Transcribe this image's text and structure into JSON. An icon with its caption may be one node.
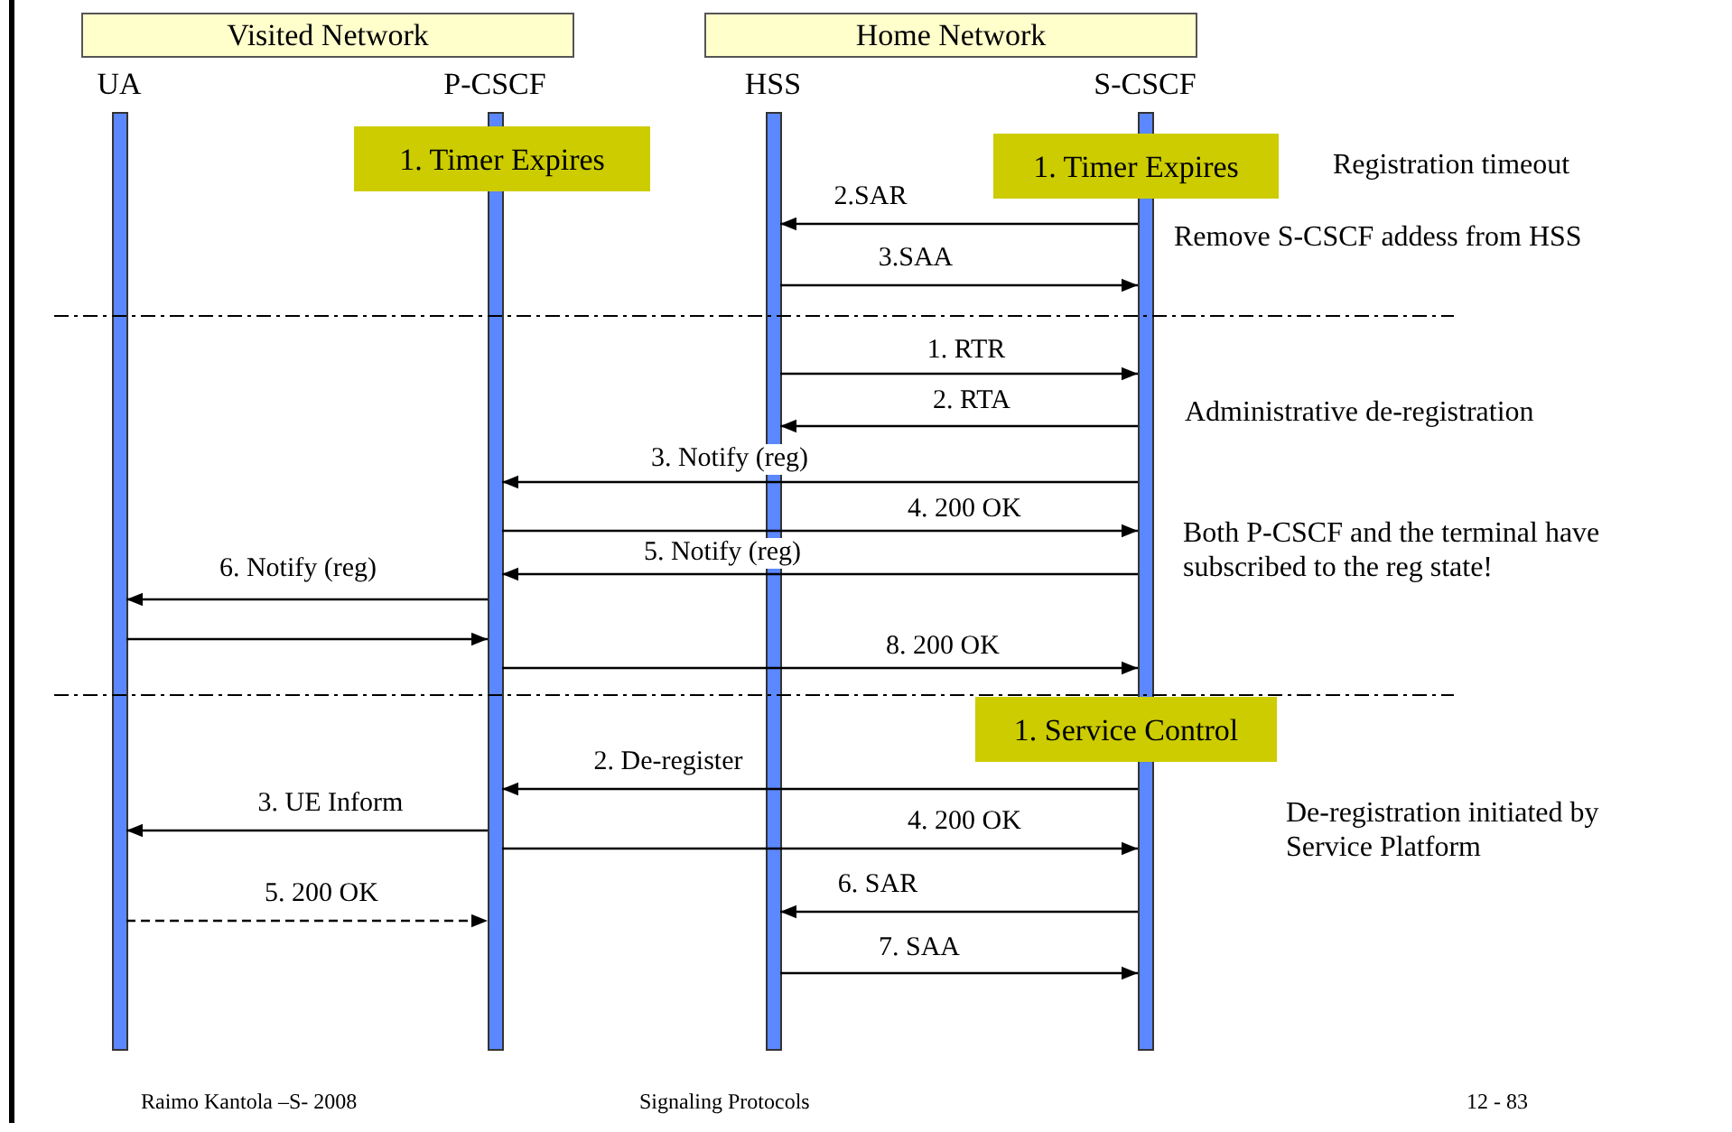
{
  "diagram": {
    "nodes": [
      {
        "text": [
          "Visited Network"
        ]
      },
      {
        "text": [
          "Home Network"
        ]
      },
      {
        "text": [
          "UA"
        ]
      },
      {
        "text": [
          "P-CSCF"
        ]
      },
      {
        "text": [
          "HSS"
        ]
      },
      {
        "text": [
          "S-CSCF"
        ]
      },
      {
        "text": [
          "1. Timer Expires"
        ]
      },
      {
        "text": [
          "1. Timer Expires"
        ]
      },
      {
        "text": [
          "1. Service Control"
        ]
      }
    ],
    "edges": [
      {
        "from": 5,
        "to": 4,
        "arrow": "to",
        "label": "2.SAR"
      },
      {
        "from": 4,
        "to": 5,
        "arrow": "to",
        "label": "3.SAA"
      },
      {
        "from": 4,
        "to": 5,
        "arrow": "to",
        "label": "1. RTR"
      },
      {
        "from": 5,
        "to": 4,
        "arrow": "to",
        "label": "2. RTA"
      },
      {
        "from": 5,
        "to": 3,
        "arrow": "to",
        "label": "3. Notify (reg)"
      },
      {
        "from": 3,
        "to": 5,
        "arrow": "to",
        "label": "4. 200 OK"
      },
      {
        "from": 5,
        "to": 3,
        "arrow": "to",
        "label": "5. Notify (reg)"
      },
      {
        "from": 3,
        "to": 2,
        "arrow": "to",
        "label": "6. Notify (reg)"
      },
      {
        "from": 2,
        "to": 3,
        "arrow": "to"
      },
      {
        "from": 3,
        "to": 5,
        "arrow": "to",
        "label": "8. 200 OK"
      },
      {
        "from": 5,
        "to": 3,
        "arrow": "to",
        "label": "2. De-register"
      },
      {
        "from": 3,
        "to": 2,
        "arrow": "to",
        "label": "3. UE Inform"
      },
      {
        "from": 3,
        "to": 5,
        "arrow": "to",
        "label": "4. 200 OK"
      },
      {
        "from": 5,
        "to": 4,
        "arrow": "to",
        "label": "6. SAR"
      },
      {
        "from": 2,
        "to": 3,
        "arrow": "to",
        "label": "5. 200 OK",
        "style": "dashed"
      },
      {
        "from": 4,
        "to": 5,
        "arrow": "to",
        "label": "7. SAA"
      }
    ],
    "labels": [
      "Registration timeout",
      "Remove S-CSCF addess from HSS",
      "Administrative de-registration",
      "Both P-CSCF and the terminal have subscribed to the reg state!",
      "De-registration initiated by Service Platform",
      "Raimo Kantola –S- 2008",
      "Signaling Protocols",
      "12 - 83"
    ]
  }
}
